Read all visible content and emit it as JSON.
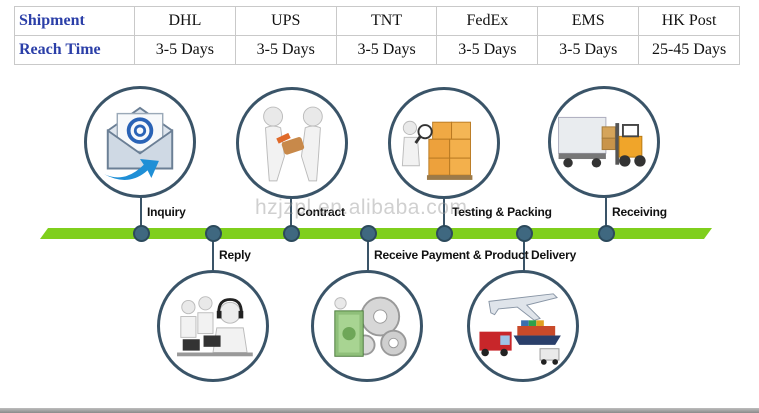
{
  "shipping_table": {
    "header_row": {
      "label": "Shipment",
      "carriers": [
        "DHL",
        "UPS",
        "TNT",
        "FedEx",
        "EMS",
        "HK Post"
      ]
    },
    "time_row": {
      "label": "Reach Time",
      "times": [
        "3-5 Days",
        "3-5 Days",
        "3-5 Days",
        "3-5 Days",
        "3-5 Days",
        "25-45 Days"
      ]
    }
  },
  "process": {
    "steps": [
      {
        "label": "Inquiry",
        "icon": "email-envelope-icon"
      },
      {
        "label": "Reply",
        "icon": "call-center-icon"
      },
      {
        "label": "Contract",
        "icon": "handshake-figures-icon"
      },
      {
        "label": "Receive Payment & Product",
        "icon": "money-gears-icon"
      },
      {
        "label": "Testing & Packing",
        "icon": "boxes-inspection-icon"
      },
      {
        "label": "Delivery",
        "icon": "plane-truck-ship-icon"
      },
      {
        "label": "Receiving",
        "icon": "forklift-truck-icon"
      }
    ]
  },
  "watermark": "hzjzpl.en.alibaba.com",
  "colors": {
    "timeline_bar": "#7fcf1c",
    "node": "#3f6880",
    "row_header_text": "#2b3fa8"
  }
}
